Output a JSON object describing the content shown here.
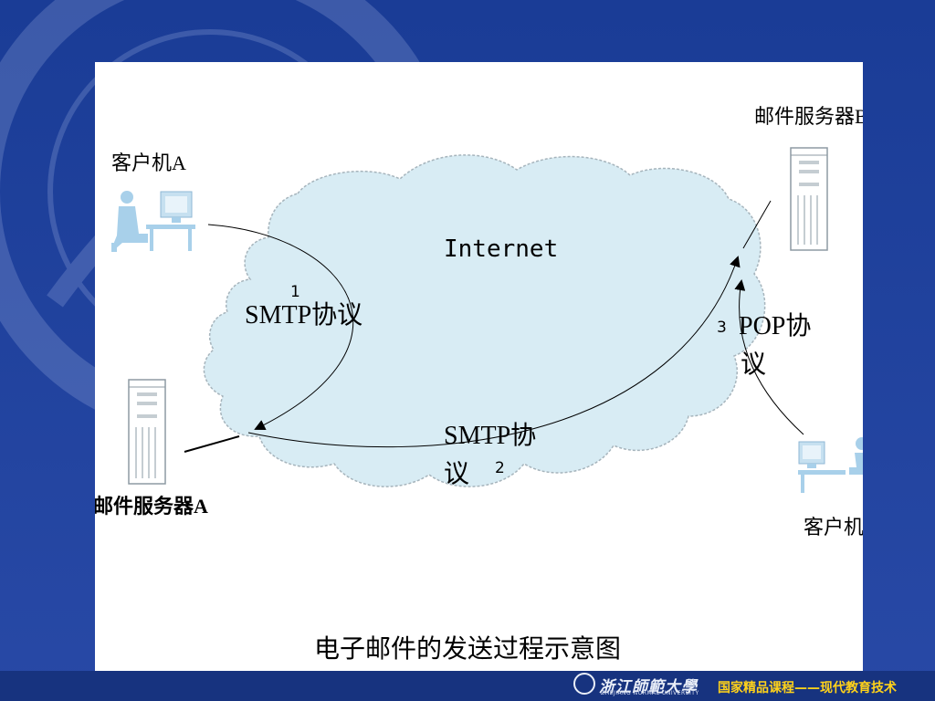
{
  "diagram": {
    "internet_label": "Internet",
    "caption": "电子邮件的发送过程示意图",
    "nodes": {
      "client_a": "客户机A",
      "client_b": "客户机B",
      "server_a": "邮件服务器A",
      "server_b": "邮件服务器B"
    },
    "links": {
      "step1": {
        "number": "1",
        "protocol": "SMTP协议"
      },
      "step2": {
        "number": "2",
        "protocol_line1": "SMTP协",
        "protocol_line2": "议"
      },
      "step3": {
        "number": "3",
        "protocol_line1": "POP协",
        "protocol_line2": "议"
      }
    }
  },
  "footer": {
    "university": "浙江師範大學",
    "university_en": "ZHEJIANG NORMAL UNIVERSITY",
    "course": "国家精品课程——现代教育技术"
  },
  "colors": {
    "background": "#1f3f9a",
    "cloud_fill": "#d8ecf4",
    "cloud_stroke": "#a6b4bc",
    "footer_accent": "#ffd21a"
  }
}
